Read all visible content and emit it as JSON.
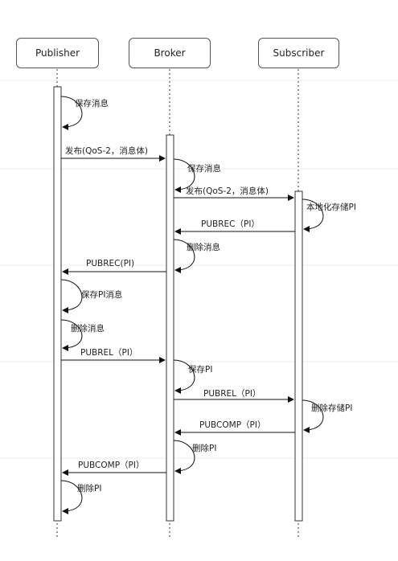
{
  "participants": {
    "publisher": "Publisher",
    "broker": "Broker",
    "subscriber": "Subscriber"
  },
  "labels": {
    "l1": "保存消息",
    "l2": "发布(QoS-2，消息体)",
    "l3": "保存消息",
    "l4": "发布(QoS-2，消息体)",
    "l5": "本地化存储PI",
    "l6": "PUBREC（PI）",
    "l7": "删除消息",
    "l8": "PUBREC(PI)",
    "l9": "保存PI消息",
    "l10": "删除消息",
    "l11": "PUBREL（PI）",
    "l12": "保存PI",
    "l13": "PUBREL（PI）",
    "l14": "删除存储PI",
    "l15": "PUBCOMP（PI）",
    "l16": "删除PI",
    "l17": "PUBCOMP（PI）",
    "l18": "删除PI"
  }
}
